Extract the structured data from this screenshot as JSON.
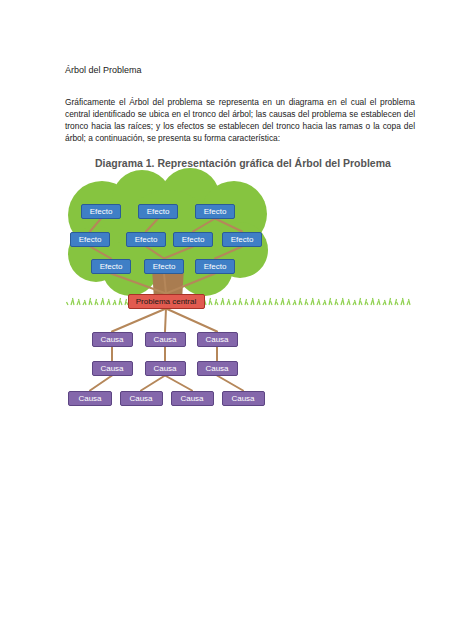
{
  "diagram": {
    "title": "Árbol del Problema",
    "caption": "Diagrama 1. Representación gráfica del Árbol del Problema",
    "nodes": [
      {
        "text": [
          "Efecto"
        ]
      },
      {
        "text": [
          "Efecto"
        ]
      },
      {
        "text": [
          "Efecto"
        ]
      },
      {
        "text": [
          "Efecto"
        ]
      },
      {
        "text": [
          "Efecto"
        ]
      },
      {
        "text": [
          "Efecto"
        ]
      },
      {
        "text": [
          "Efecto"
        ]
      },
      {
        "text": [
          "Efecto"
        ]
      },
      {
        "text": [
          "Efecto"
        ]
      },
      {
        "text": [
          "Efecto"
        ]
      },
      {
        "text": [
          "Problema central"
        ]
      },
      {
        "text": [
          "Causa"
        ]
      },
      {
        "text": [
          "Causa"
        ]
      },
      {
        "text": [
          "Causa"
        ]
      },
      {
        "text": [
          "Causa"
        ]
      },
      {
        "text": [
          "Causa"
        ]
      },
      {
        "text": [
          "Causa"
        ]
      },
      {
        "text": [
          "Causa"
        ]
      },
      {
        "text": [
          "Causa"
        ]
      },
      {
        "text": [
          "Causa"
        ]
      },
      {
        "text": [
          "Causa"
        ]
      }
    ],
    "edges": [
      {
        "from": 10,
        "to": 7,
        "arrow": "none"
      },
      {
        "from": 10,
        "to": 8,
        "arrow": "none"
      },
      {
        "from": 10,
        "to": 9,
        "arrow": "none"
      },
      {
        "from": 7,
        "to": 3,
        "arrow": "none"
      },
      {
        "from": 8,
        "to": 4,
        "arrow": "none"
      },
      {
        "from": 8,
        "to": 5,
        "arrow": "none"
      },
      {
        "from": 9,
        "to": 6,
        "arrow": "none"
      },
      {
        "from": 3,
        "to": 0,
        "arrow": "none"
      },
      {
        "from": 4,
        "to": 1,
        "arrow": "none"
      },
      {
        "from": 5,
        "to": 2,
        "arrow": "none"
      },
      {
        "from": 6,
        "to": 2,
        "arrow": "none"
      },
      {
        "from": 10,
        "to": 11,
        "arrow": "none"
      },
      {
        "from": 10,
        "to": 12,
        "arrow": "none"
      },
      {
        "from": 10,
        "to": 13,
        "arrow": "none"
      },
      {
        "from": 11,
        "to": 14,
        "arrow": "none"
      },
      {
        "from": 12,
        "to": 15,
        "arrow": "none"
      },
      {
        "from": 13,
        "to": 16,
        "arrow": "none"
      },
      {
        "from": 14,
        "to": 17,
        "arrow": "none"
      },
      {
        "from": 15,
        "to": 18,
        "arrow": "none"
      },
      {
        "from": 15,
        "to": 19,
        "arrow": "none"
      },
      {
        "from": 16,
        "to": 20,
        "arrow": "none"
      }
    ],
    "labels": [
      "Gráficamente el Árbol del problema se representa en un diagrama en el cual el problema central identificado se ubica en el tronco del árbol; las causas del problema se establecen del tronco hacia las raíces; y los efectos se establecen del tronco hacia las ramas o la copa del árbol; a continuación, se presenta su forma característica:"
    ]
  }
}
